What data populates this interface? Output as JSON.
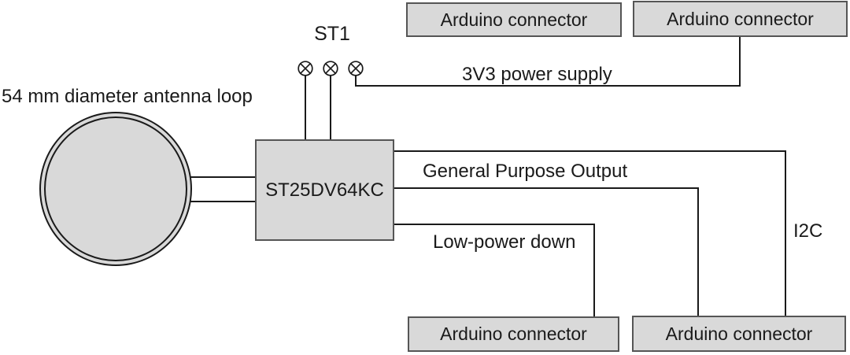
{
  "diagram": {
    "antenna_label": "54 mm diameter antenna loop",
    "st1_label": "ST1",
    "chip_label": "ST25DV64KC",
    "signal_labels": {
      "power": "3V3 power supply",
      "gpo": "General Purpose Output",
      "lpd": "Low-power down",
      "i2c": "I2C"
    },
    "connectors": {
      "top_left": "Arduino connector",
      "top_right": "Arduino connector",
      "bottom_left": "Arduino connector",
      "bottom_right": "Arduino connector"
    },
    "colors": {
      "background": "#ffffff",
      "box_fill": "#d9d9d9",
      "box_border": "#555555",
      "wire": "#1a1a1a",
      "text": "#1a1a1a"
    }
  }
}
